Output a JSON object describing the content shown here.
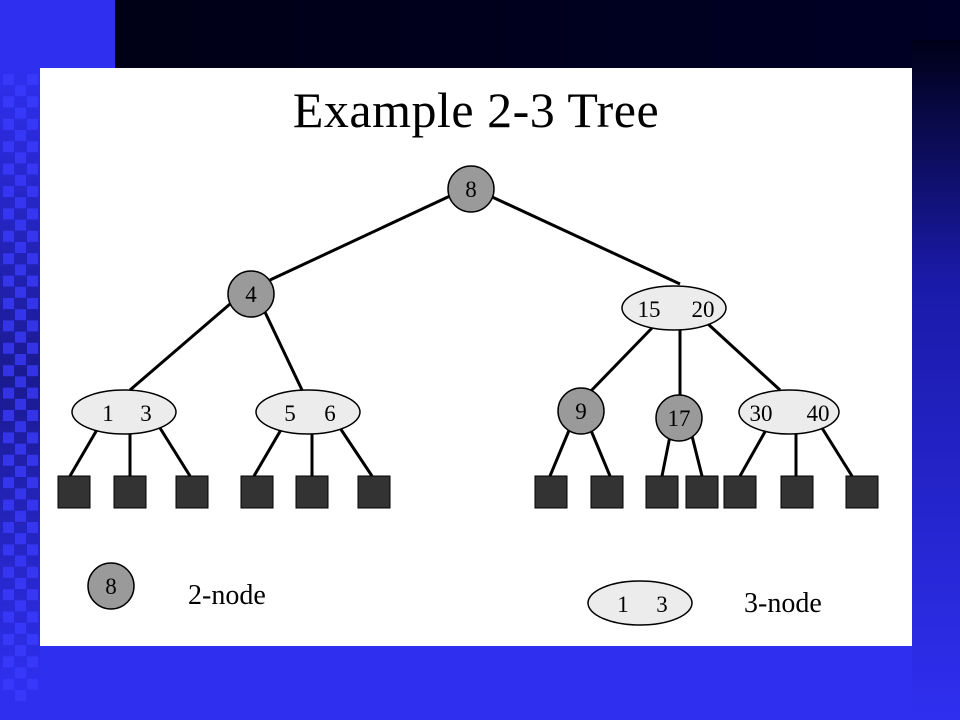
{
  "slide": {
    "title": "Example 2-3 Tree"
  },
  "colors": {
    "background": "#2f2ff0",
    "two_node_fill": "#9a9a9a",
    "three_node_fill": "#ececec",
    "leaf_fill": "#333333",
    "edge": "#000000"
  },
  "tree": {
    "root": {
      "type": "2-node",
      "keys": [
        "8"
      ]
    },
    "level1": [
      {
        "type": "2-node",
        "keys": [
          "4"
        ]
      },
      {
        "type": "3-node",
        "keys": [
          "15",
          "20"
        ]
      }
    ],
    "level2": [
      {
        "type": "3-node",
        "keys": [
          "1",
          "3"
        ]
      },
      {
        "type": "3-node",
        "keys": [
          "5",
          "6"
        ]
      },
      {
        "type": "2-node",
        "keys": [
          "9"
        ]
      },
      {
        "type": "2-node",
        "keys": [
          "17"
        ]
      },
      {
        "type": "3-node",
        "keys": [
          "30",
          "40"
        ]
      }
    ],
    "leaf_count": 13
  },
  "legend": {
    "two_node": {
      "key": "8",
      "label": "2-node"
    },
    "three_node": {
      "keys": [
        "1",
        "3"
      ],
      "label": "3-node"
    }
  }
}
